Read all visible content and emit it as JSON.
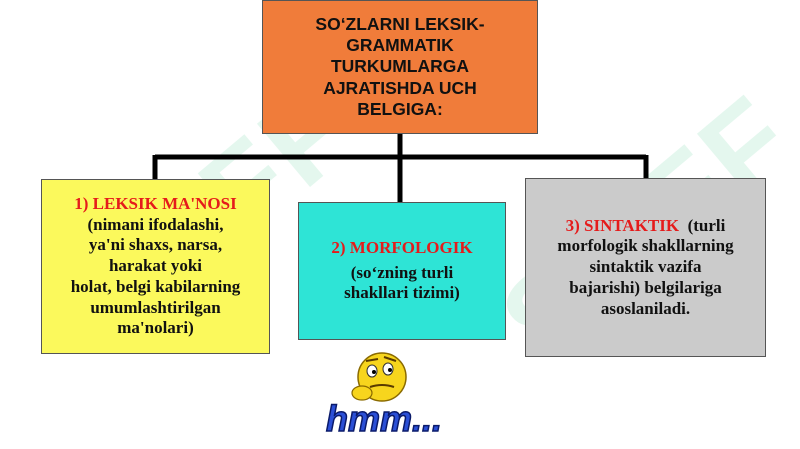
{
  "root": {
    "lines": [
      "SO‘ZLARNI  LEKSIK-",
      "GRAMMATIK",
      "TURKUMLARGA",
      "AJRATISHDA  UCH",
      "BELGIGA:"
    ]
  },
  "left": {
    "heading": "1)  LEKSIK  MA'NOSI",
    "lines": [
      "(nimani  ifodalashi,",
      "ya'ni  shaxs,  narsa,",
      "harakat  yoki",
      "holat,  belgi  kabilarning",
      "umumlashtirilgan",
      "ma'nolari)"
    ]
  },
  "middle": {
    "heading": "2)  MORFOLOGIK",
    "lines": [
      "(so‘zning turli",
      "shakllari tizimi)"
    ]
  },
  "right": {
    "heading": "3) SINTAKTIK",
    "heading_tail": "  (turli",
    "lines": [
      "morfologik shakllarning",
      "sintaktik  vazifa",
      "bajarishi)  belgilariga",
      "asoslaniladi."
    ]
  },
  "decoration": {
    "hmm_text": "hmm...",
    "watermark_text": "SOFF"
  },
  "colors": {
    "root_bg": "#f07c3a",
    "left_bg": "#fbf95c",
    "middle_bg": "#2ee4d6",
    "right_bg": "#cbcbcb",
    "heading_red": "#e51b1b",
    "hmm_blue": "#2b4fd6",
    "smiley_yellow": "#f7d51d"
  }
}
